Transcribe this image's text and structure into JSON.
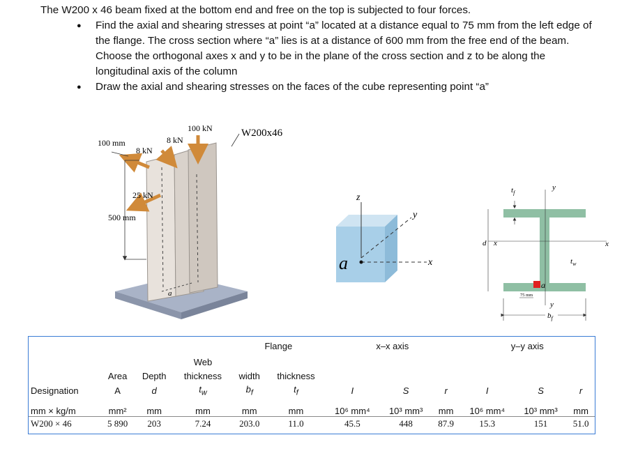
{
  "problem": {
    "intro": "The W200 x 46 beam fixed at the bottom end and free on the top is subjected to four forces.",
    "bullets": [
      "Find the axial and shearing stresses at point “a” located at a distance equal to 75 mm from the left edge of the flange. The cross section where “a” lies is at a distance of 600 mm from the free end of the beam. Choose the orthogonal axes x and y to be in the plane of the cross section and z to be along the longitudinal axis of the column",
      "Draw the axial and shearing stresses on the faces of the cube representing point “a”"
    ]
  },
  "figure": {
    "beam": {
      "label_100mm": "100 mm",
      "label_8kN_left": "8 kN",
      "label_8kN_top": "8 kN",
      "label_100kN": "100 kN",
      "label_25kN": "25 kN",
      "label_500mm": "500 mm",
      "label_section": "W200x46",
      "label_a": "a"
    },
    "cube": {
      "z": "z",
      "y": "y",
      "x": "x",
      "a": "a"
    },
    "section": {
      "tf": "t",
      "tf_sub": "f",
      "y_top": "y",
      "d": "d",
      "x_left": "x",
      "x_right": "x",
      "tw": "t",
      "tw_sub": "w",
      "a": "a",
      "mm75": "75 mm",
      "y_bottom": "y",
      "bf": "b",
      "bf_sub": "f"
    },
    "colors": {
      "arrow": "#d08a3a",
      "section": "#8fbfa4",
      "marker": "#e02020",
      "cube": "#a8cfe8"
    }
  },
  "table": {
    "group_flange": "Flange",
    "group_xx": "x–x axis",
    "group_yy": "y–y axis",
    "web": "Web",
    "h_area": "Area",
    "h_depth": "Depth",
    "h_thickness_web": "thickness",
    "h_width": "width",
    "h_thickness_flange": "thickness",
    "designation": "Designation",
    "sym_A": "A",
    "sym_d": "d",
    "sym_tw": "t",
    "sym_tw_sub": "w",
    "sym_bf": "b",
    "sym_bf_sub": "f",
    "sym_tf": "t",
    "sym_tf_sub": "f",
    "sym_I1": "I",
    "sym_S1": "S",
    "sym_r1": "r",
    "sym_I2": "I",
    "sym_S2": "S",
    "sym_r2": "r",
    "units": [
      "mm × kg/m",
      "mm²",
      "mm",
      "mm",
      "mm",
      "mm",
      "10⁶ mm⁴",
      "10³ mm³",
      "mm",
      "10⁶ mm⁴",
      "10³ mm³",
      "mm"
    ],
    "row": [
      "W200 × 46",
      "5 890",
      "203",
      "7.24",
      "203.0",
      "11.0",
      "45.5",
      "448",
      "87.9",
      "15.3",
      "151",
      "51.0"
    ]
  }
}
